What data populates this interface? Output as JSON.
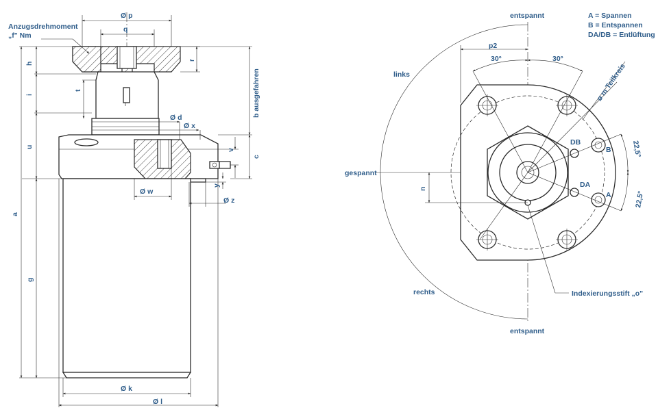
{
  "side_view": {
    "dims": {
      "p": "Ø p",
      "q": "q",
      "h": "h",
      "i": "i",
      "t": "t",
      "r": "r",
      "b": "b ausgefahren",
      "d": "Ø d",
      "x": "Ø x",
      "u": "u",
      "v": "v",
      "c": "c",
      "w": "Ø w",
      "y": "y",
      "z": "Ø z",
      "a": "a",
      "g": "g",
      "k": "Ø k",
      "l": "Ø l"
    },
    "torque_line1": "Anzugsdrehmoment",
    "torque_line2": "„f\" Nm"
  },
  "top_view": {
    "entspannt_top": "entspannt",
    "entspannt_bottom": "entspannt",
    "gespannt": "gespannt",
    "links": "links",
    "rechts": "rechts",
    "p2": "p2",
    "angle_30_left": "30°",
    "angle_30_right": "30°",
    "angle_22_top": "22,5°",
    "angle_22_bottom": "22,5°",
    "teilkreis": "ø m Teilkreis",
    "port_DB": "DB",
    "port_B": "B",
    "port_DA": "DA",
    "port_A": "A",
    "n": "n",
    "indexing_pin": "Indexierungsstift „o\""
  },
  "legend": {
    "line1": "A = Spannen",
    "line2": "B = Entspannen",
    "line3": "DA/DB = Entlüftung"
  },
  "colors": {
    "label": "#2f5d8a",
    "line": "#2b2b2b"
  }
}
